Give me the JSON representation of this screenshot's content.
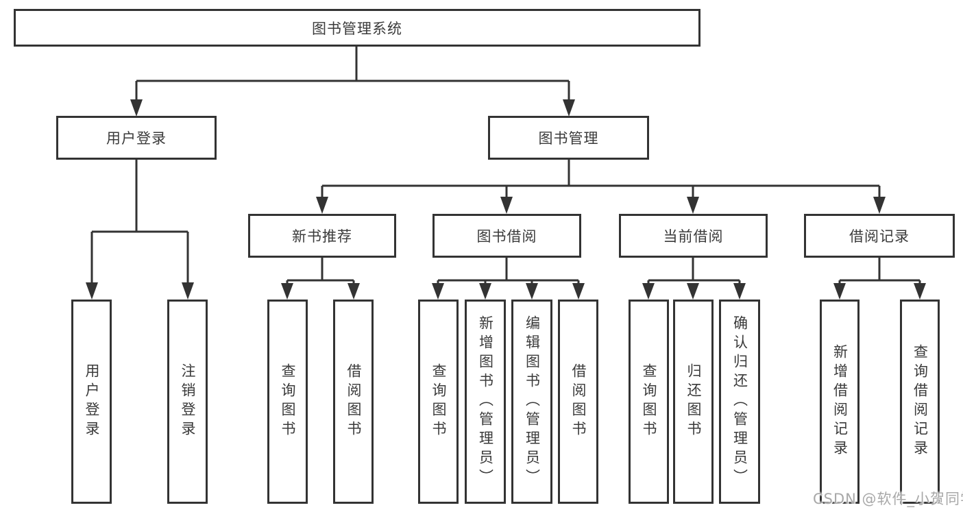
{
  "tree": {
    "label": "图书管理系统",
    "children": [
      {
        "label": "用户登录",
        "children": [
          {
            "label": "用户登录"
          },
          {
            "label": "注销登录"
          }
        ]
      },
      {
        "label": "图书管理",
        "children": [
          {
            "label": "新书推荐",
            "children": [
              {
                "label": "查询图书"
              },
              {
                "label": "借阅图书"
              }
            ]
          },
          {
            "label": "图书借阅",
            "children": [
              {
                "label": "查询图书"
              },
              {
                "label": "新增图书（管理员）"
              },
              {
                "label": "编辑图书（管理员）"
              },
              {
                "label": "借阅图书"
              }
            ]
          },
          {
            "label": "当前借阅",
            "children": [
              {
                "label": "查询图书"
              },
              {
                "label": "归还图书"
              },
              {
                "label": "确认归还（管理员）"
              }
            ]
          },
          {
            "label": "借阅记录",
            "children": [
              {
                "label": "新增借阅记录"
              },
              {
                "label": "查询借阅记录"
              }
            ]
          }
        ]
      }
    ]
  },
  "watermark": "CSDN @软件_小贺同学",
  "colors": {
    "line": "#333333",
    "box_border": "#333333",
    "text": "#3a3a3a",
    "background": "#ffffff",
    "watermark": "#a8a8a8"
  }
}
